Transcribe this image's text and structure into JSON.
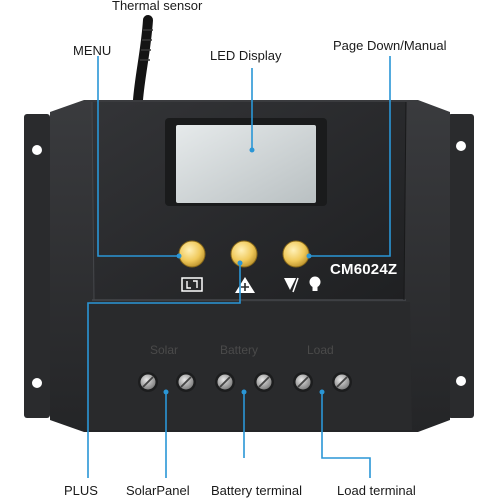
{
  "callouts": {
    "thermal_sensor": "Thermal sensor",
    "menu": "MENU",
    "led_display": "LED Display",
    "page_down": "Page Down/Manual",
    "plus": "PLUS",
    "solar_panel": "SolarPanel",
    "battery_terminal": "Battery terminal",
    "load_terminal": "Load terminal"
  },
  "device": {
    "model": "CM6024Z",
    "terminal_labels": {
      "solar": "Solar",
      "battery": "Battery",
      "load": "Load"
    }
  },
  "colors": {
    "callout_line": "#2a96d6",
    "body": "#2b2c2e",
    "button": "#f0c95a",
    "lcd": "#d6dbdc"
  },
  "icons": [
    "menu-bracket-icon",
    "plus-triangle-icon",
    "load-bulb-icon",
    "screw-terminal-icon"
  ]
}
